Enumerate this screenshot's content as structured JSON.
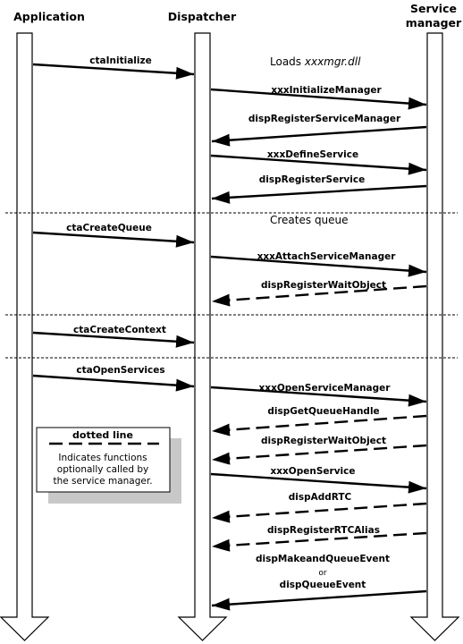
{
  "headers": {
    "application": "Application",
    "dispatcher": "Dispatcher",
    "service_manager_line1": "Service",
    "service_manager_line2": "manager"
  },
  "notes": {
    "loads_prefix": "Loads ",
    "loads_dll": "xxxmgr.dll",
    "creates_queue": "Creates queue"
  },
  "messages": [
    {
      "label": "ctaInitialize",
      "style": "solid"
    },
    {
      "label": "xxxInitializeManager",
      "style": "solid"
    },
    {
      "label": "dispRegisterServiceManager",
      "style": "solid"
    },
    {
      "label": "xxxDefineService",
      "style": "solid"
    },
    {
      "label": "dispRegisterService",
      "style": "solid"
    },
    {
      "label": "ctaCreateQueue",
      "style": "solid"
    },
    {
      "label": "xxxAttachServiceManager",
      "style": "solid"
    },
    {
      "label": "dispRegisterWaitObject",
      "style": "dashed"
    },
    {
      "label": "ctaCreateContext",
      "style": "solid"
    },
    {
      "label": "ctaOpenServices",
      "style": "solid"
    },
    {
      "label": "xxxOpenServiceManager",
      "style": "solid"
    },
    {
      "label": "dispGetQueueHandle",
      "style": "dashed"
    },
    {
      "label": "dispRegisterWaitObject",
      "style": "dashed"
    },
    {
      "label": "xxxOpenService",
      "style": "solid"
    },
    {
      "label": "dispAddRTC",
      "style": "dashed"
    },
    {
      "label": "dispRegisterRTCAlias",
      "style": "dashed"
    },
    {
      "label": "dispMakeandQueueEvent",
      "style": "solid"
    }
  ],
  "last_message": {
    "line1": "dispMakeandQueueEvent",
    "or": "or",
    "line2": "dispQueueEvent"
  },
  "legend": {
    "title": "dotted line",
    "line1": "Indicates functions",
    "line2": "optionally called by",
    "line3": "the service manager."
  }
}
